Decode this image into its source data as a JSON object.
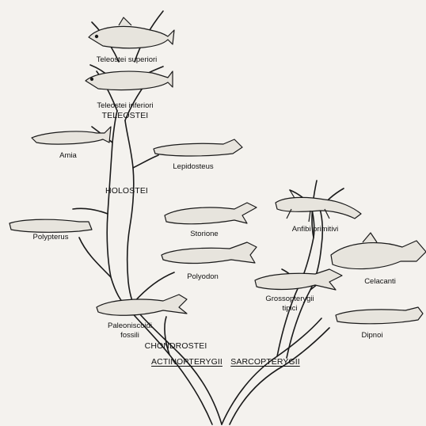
{
  "taxa": {
    "teleostei_superiori": "Teleostei superiori",
    "teleostei_inferiori": "Teleostei inferiori",
    "teleostei": "TELEOSTEI",
    "amia": "Amia",
    "lepidosteus": "Lepidosteus",
    "holostei": "HOLOSTEI",
    "polypterus": "Polypterus",
    "storione": "Storione",
    "polyodon": "Polyodon",
    "paleoniscoidi_line1": "Paleoniscoidi",
    "paleoniscoidi_line2": "fossili",
    "chondrostei": "CHONDROSTEI",
    "actinopterygii": "ACTINOPTERYGII",
    "sarcopterygii": "SARCOPTERYGII",
    "anfibi_primitivi": "Anfibi primitivi",
    "celacanti": "Celacanti",
    "grossopterygii_line1": "Grossopterygii",
    "grossopterygii_line2": "tipici",
    "dipnoi": "Dipnoi"
  }
}
